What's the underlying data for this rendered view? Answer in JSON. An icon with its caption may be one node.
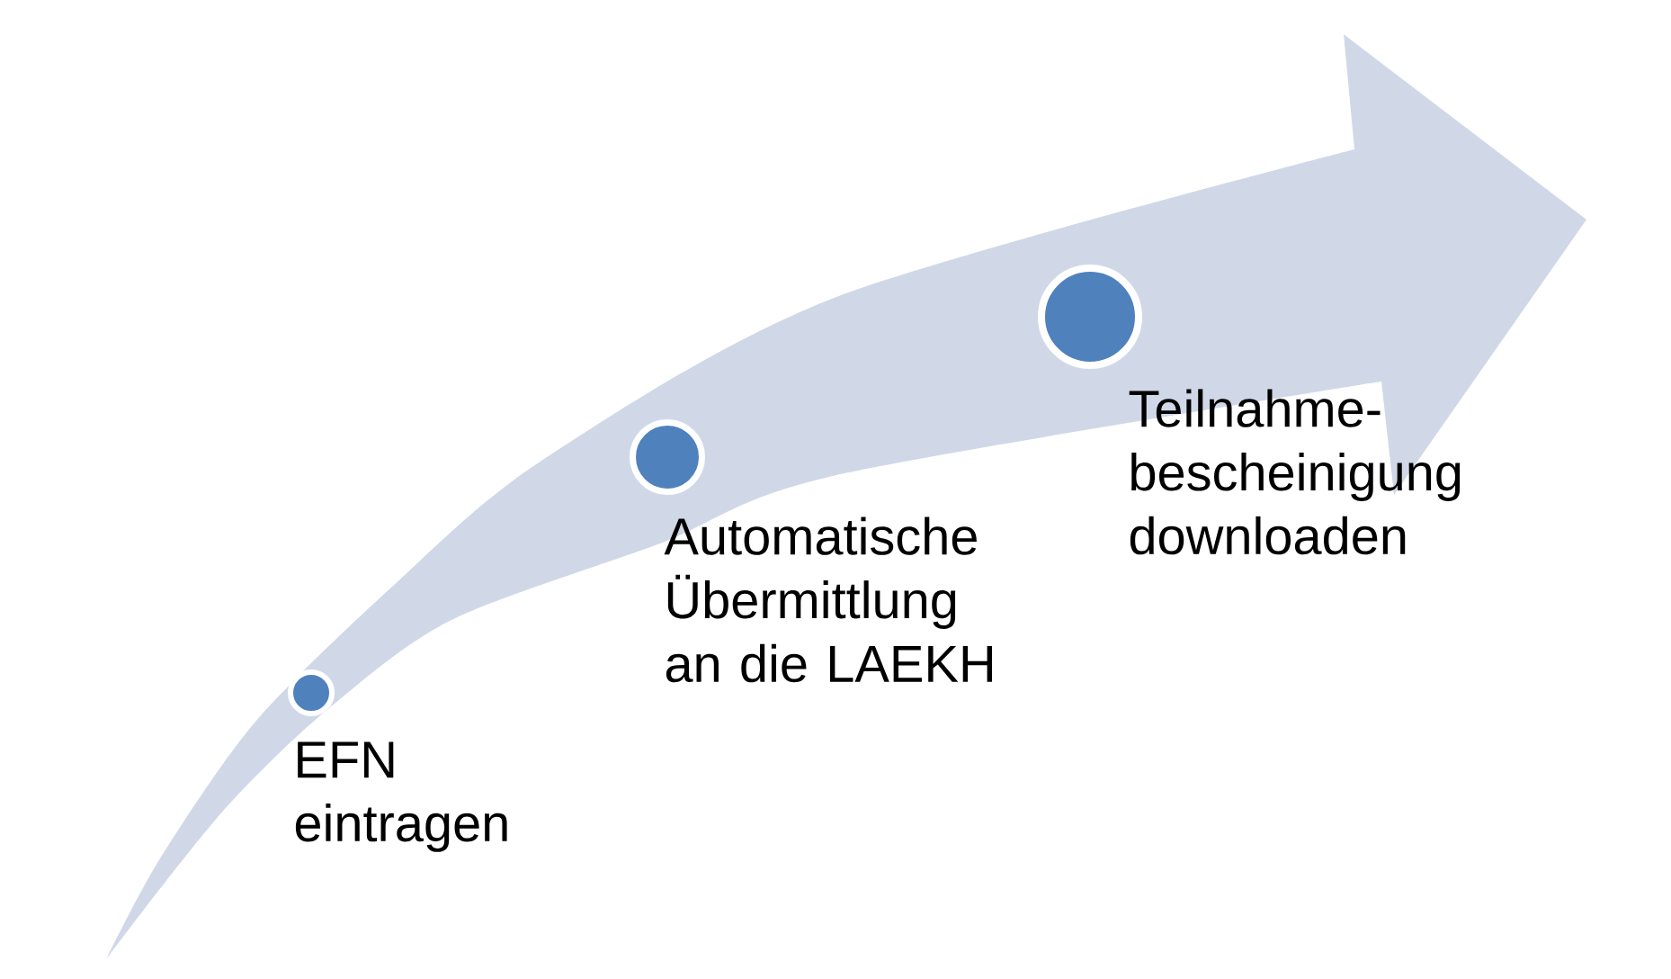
{
  "diagram": {
    "nodes": [
      {
        "text": [],
        "shape": "circle",
        "beside": [
          "EFN eintragen"
        ]
      },
      {
        "text": [],
        "shape": "circle",
        "beside": [
          "Automatische Übermittlung an die LAEKH"
        ]
      },
      {
        "text": [],
        "shape": "circle",
        "beside": [
          "Teilnahme-bescheinigung downloaden"
        ]
      }
    ]
  }
}
